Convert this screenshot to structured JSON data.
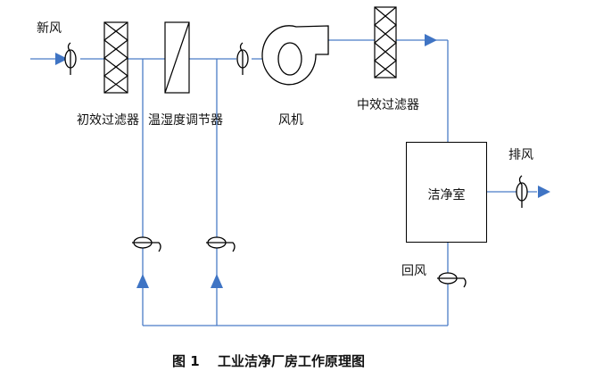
{
  "labels": {
    "fresh_air": "新风",
    "primary_filter": "初效过滤器",
    "temp_humidity": "温湿度调节器",
    "fan": "风机",
    "medium_filter": "中效过滤器",
    "clean_room": "洁净室",
    "exhaust": "排风",
    "return_air": "回风"
  },
  "caption": {
    "figure_no": "图 1",
    "title": "工业洁净厂房工作原理图"
  },
  "colors": {
    "duct": "#4a7cc7",
    "arrow": "#3f74c4",
    "equipment": "#000000"
  }
}
